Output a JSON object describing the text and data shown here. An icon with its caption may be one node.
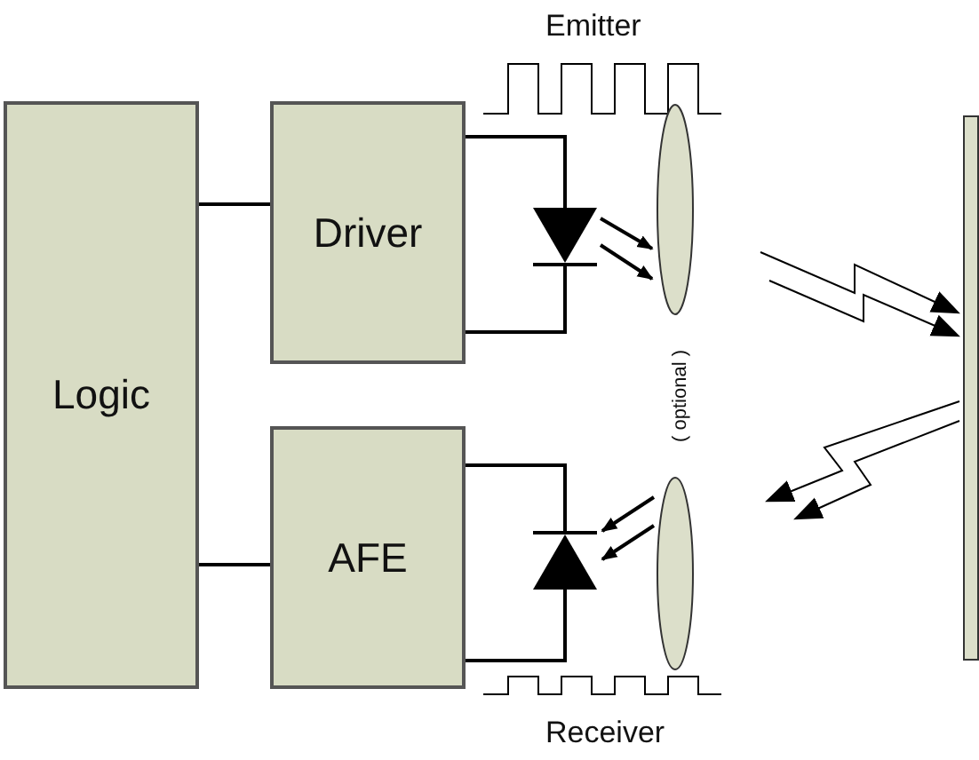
{
  "diagram": {
    "nodes": [
      {
        "text": [
          "Logic"
        ]
      },
      {
        "text": [
          "Driver"
        ]
      },
      {
        "text": [
          "AFE"
        ]
      },
      {
        "text": [],
        "shape": "diode"
      },
      {
        "text": [],
        "shape": "diode"
      },
      {
        "text": [],
        "shape": "ellipse"
      },
      {
        "text": [],
        "shape": "ellipse"
      },
      {
        "text": [],
        "shape": "bar"
      }
    ],
    "edges": [
      {
        "from": 0,
        "to": 1,
        "arrow": "none"
      },
      {
        "from": 0,
        "to": 2,
        "arrow": "none"
      },
      {
        "from": 1,
        "to": 3,
        "arrow": "none"
      },
      {
        "from": 1,
        "to": 3,
        "arrow": "none"
      },
      {
        "from": 2,
        "to": 4,
        "arrow": "none"
      },
      {
        "from": 2,
        "to": 4,
        "arrow": "none"
      },
      {
        "from": 3,
        "to": 5,
        "arrow": "to"
      },
      {
        "from": 3,
        "to": 5,
        "arrow": "to"
      },
      {
        "from": null,
        "to": 7,
        "arrow": "to"
      },
      {
        "from": null,
        "to": 7,
        "arrow": "to"
      },
      {
        "from": 7,
        "to": null,
        "arrow": "to"
      },
      {
        "from": 7,
        "to": null,
        "arrow": "to"
      },
      {
        "from": 6,
        "to": 4,
        "arrow": "to"
      },
      {
        "from": 6,
        "to": 4,
        "arrow": "to"
      }
    ],
    "labels": [
      "Emitter",
      "( optional )",
      "Receiver"
    ]
  }
}
